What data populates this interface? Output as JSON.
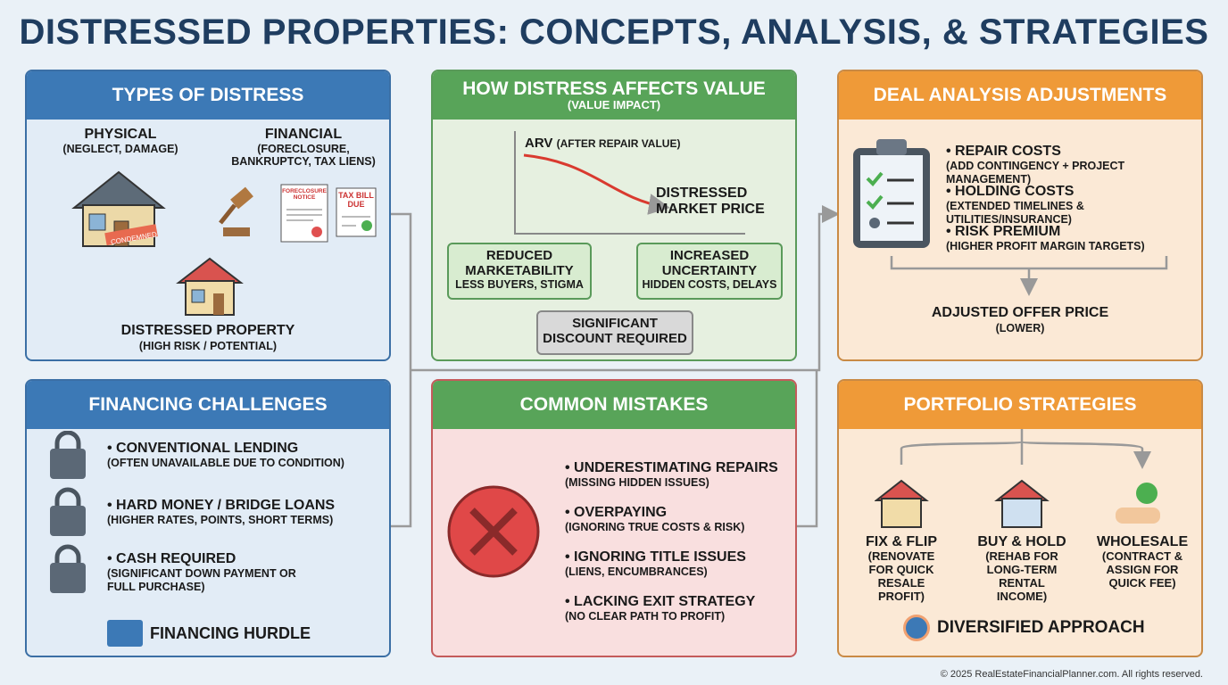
{
  "title": "DISTRESSED PROPERTIES: CONCEPTS, ANALYSIS, & STRATEGIES",
  "types": {
    "header": "TYPES OF DISTRESS",
    "physical": "PHYSICAL",
    "physical_sub": "(NEGLECT, DAMAGE)",
    "financial": "FINANCIAL",
    "financial_sub": "(FORECLOSURE, BANKRUPTCY, TAX LIENS)",
    "condemned": "CONDEMNED",
    "foreclosure_doc": "FORECLOSURE NOTICE",
    "tax_doc": "TAX BILL DUE",
    "result": "DISTRESSED PROPERTY",
    "result_sub": "(HIGH RISK / POTENTIAL)"
  },
  "value": {
    "header": "HOW DISTRESS AFFECTS VALUE",
    "subheader": "(VALUE IMPACT)",
    "arv": "ARV",
    "arv_sub": "(AFTER REPAIR VALUE)",
    "market": "DISTRESSED MARKET PRICE",
    "reduced": "REDUCED MARKETABILITY",
    "reduced_sub": "LESS BUYERS, STIGMA",
    "increased": "INCREASED UNCERTAINTY",
    "increased_sub": "HIDDEN COSTS, DELAYS",
    "discount": "SIGNIFICANT DISCOUNT REQUIRED"
  },
  "deal": {
    "header": "DEAL ANALYSIS ADJUSTMENTS",
    "items": [
      {
        "label": "REPAIR COSTS",
        "sub": "(ADD CONTINGENCY + PROJECT MANAGEMENT)"
      },
      {
        "label": "HOLDING COSTS",
        "sub": "(EXTENDED TIMELINES & UTILITIES/INSURANCE)"
      },
      {
        "label": "RISK PREMIUM",
        "sub": "(HIGHER PROFIT MARGIN TARGETS)"
      }
    ],
    "result": "ADJUSTED OFFER PRICE",
    "result_sub": "(LOWER)"
  },
  "financing": {
    "header": "FINANCING CHALLENGES",
    "items": [
      {
        "label": "CONVENTIONAL LENDING",
        "sub": "(OFTEN UNAVAILABLE DUE TO CONDITION)"
      },
      {
        "label": "HARD MONEY / BRIDGE LOANS",
        "sub": "(HIGHER RATES, POINTS, SHORT TERMS)"
      },
      {
        "label": "CASH REQUIRED",
        "sub": "(SIGNIFICANT DOWN PAYMENT OR FULL PURCHASE)"
      }
    ],
    "footer": "FINANCING HURDLE"
  },
  "mistakes": {
    "header": "COMMON MISTAKES",
    "items": [
      {
        "label": "UNDERESTIMATING REPAIRS",
        "sub": "(MISSING HIDDEN ISSUES)"
      },
      {
        "label": "OVERPAYING",
        "sub": "(IGNORING TRUE COSTS & RISK)"
      },
      {
        "label": "IGNORING TITLE ISSUES",
        "sub": "(LIENS, ENCUMBRANCES)"
      },
      {
        "label": "LACKING EXIT STRATEGY",
        "sub": "(NO CLEAR PATH TO PROFIT)"
      }
    ]
  },
  "portfolio": {
    "header": "PORTFOLIO STRATEGIES",
    "items": [
      {
        "label": "FIX & FLIP",
        "sub": "(RENOVATE FOR QUICK RESALE PROFIT)"
      },
      {
        "label": "BUY & HOLD",
        "sub": "(REHAB FOR LONG-TERM RENTAL INCOME)"
      },
      {
        "label": "WHOLESALE",
        "sub": "(CONTRACT & ASSIGN FOR QUICK FEE)"
      }
    ],
    "footer": "DIVERSIFIED APPROACH"
  },
  "footer": "© 2025 RealEstateFinancialPlanner.com. All rights reserved."
}
